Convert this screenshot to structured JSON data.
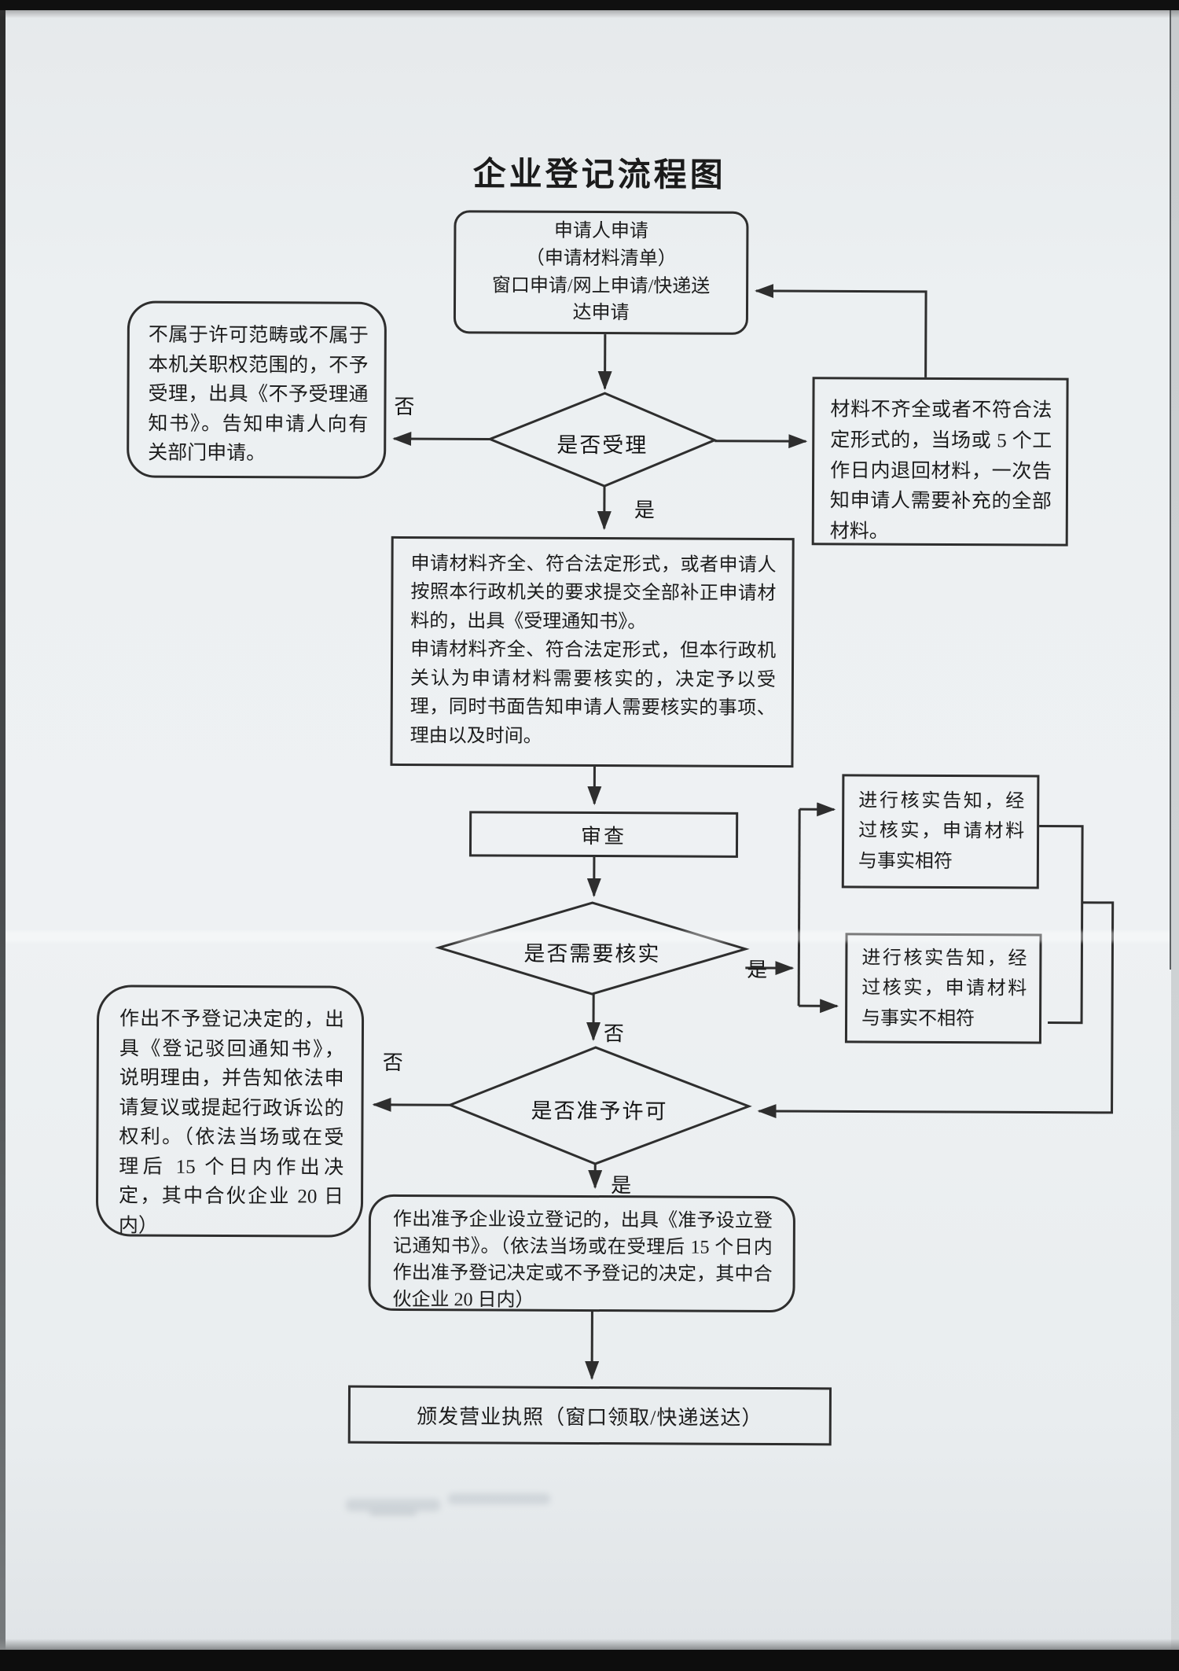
{
  "title": "企业登记流程图",
  "nodes": {
    "apply": {
      "label": "申请人申请\n（申请材料清单）\n窗口申请/网上申请/快递送\n达申请"
    },
    "not_accept": {
      "label": "不属于许可范畴或不属于本机关职权范围的，不予受理，出具《不予受理通知书》。告知申请人向有关部门申请。"
    },
    "decision_accept": {
      "label": "是否受理"
    },
    "materials_return": {
      "label": "材料不齐全或者不符合法定形式的，当场或 5 个工作日内退回材料，一次告知申请人需要补充的全部材料。"
    },
    "accept_notice": {
      "label": "申请材料齐全、符合法定形式，或者申请人按照本行政机关的要求提交全部补正申请材料的，出具《受理通知书》。\n申请材料齐全、符合法定形式，但本行政机关认为申请材料需要核实的，决定予以受理，同时书面告知申请人需要核实的事项、理由以及时间。"
    },
    "review": {
      "label": "审查"
    },
    "decision_verify": {
      "label": "是否需要核实"
    },
    "verify_match": {
      "label": "进行核实告知，经过核实，申请材料与事实相符"
    },
    "verify_mismatch": {
      "label": "进行核实告知，经过核实，申请材料与事实不相符"
    },
    "decision_grant": {
      "label": "是否准予许可"
    },
    "reject_decision": {
      "label": "作出不予登记决定的，出具《登记驳回通知书》，说明理由，并告知依法申请复议或提起行政诉讼的权利。（依法当场或在受理后 15 个日内作出决定，其中合伙企业 20 日内）"
    },
    "approve_decision": {
      "label": "作出准予企业设立登记的，出具《准予设立登记通知书》。（依法当场或在受理后 15 个日内作出准予登记决定或不予登记的决定，其中合伙企业 20 日内）"
    },
    "issue_license": {
      "label": "颁发营业执照（窗口领取/快递送达）"
    }
  },
  "edge_labels": {
    "accept_no": "否",
    "accept_yes": "是",
    "verify_yes": "是",
    "verify_no": "否",
    "grant_no": "否",
    "grant_yes": "是"
  },
  "colors": {
    "ink": "#2e2e2e",
    "paper": "#e9ecef"
  }
}
